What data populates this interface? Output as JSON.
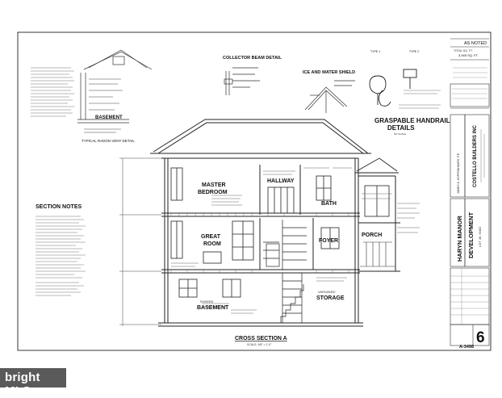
{
  "sheet": {
    "scale_label": "AS NOTED",
    "area_label": "TOTAL SQ. FT.",
    "area_value": "3,945 SQ. FT.",
    "designer_vertical": "JAMES A. KOPPENHAVER, P.E.",
    "builder_vertical": "COSTELLO BUILDERS INC",
    "project_title": "HARYN MANOR",
    "project_sub": "DEVELOPMENT",
    "lot_info": "LOT 46, 6/402",
    "sheet_no": "6",
    "drawing_no": "A-3498"
  },
  "details": {
    "collector": "COLLECTOR BEAM DETAIL",
    "ice": "ICE AND WATER SHIELD",
    "handrail_1": "GRASPABLE HANDRAIL",
    "handrail_2": "DETAILS",
    "handrail_scale": "NO SCALE",
    "basement": "BASEMENT",
    "radon": "TYPICAL RADON VENT DETAIL",
    "type1": "TYPE 1",
    "type2": "TYPE 2"
  },
  "notes": {
    "title": "SECTION NOTES"
  },
  "rooms": {
    "master_1": "MASTER",
    "master_2": "BEDROOM",
    "hallway": "HALLWAY",
    "bath": "BATH",
    "great_1": "GREAT",
    "great_2": "ROOM",
    "foyer": "FOYER",
    "porch": "PORCH",
    "finished": "FINISHED",
    "basement": "BASEMENT",
    "unfinished": "UNFINISHED",
    "storage": "STORAGE"
  },
  "section": {
    "title": "CROSS SECTION A",
    "scale": "SCALE: 3/8\" = 1'-0\""
  },
  "watermark": {
    "text": "bright MLS"
  }
}
